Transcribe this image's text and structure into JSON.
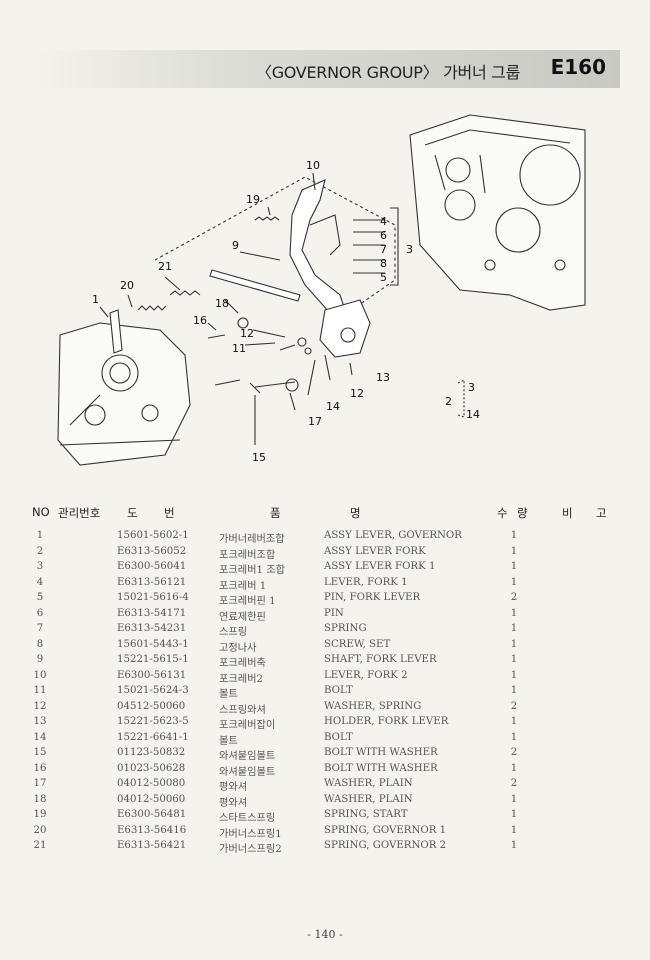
{
  "header": {
    "title": "〈GOVERNOR GROUP〉 가버너 그룹",
    "code": "E160"
  },
  "diagram": {
    "callouts": [
      "10",
      "19",
      "4",
      "6",
      "9",
      "7",
      "3",
      "21",
      "8",
      "5",
      "20",
      "1",
      "18",
      "16",
      "12",
      "11",
      "13",
      "12",
      "14",
      "17",
      "15",
      "3",
      "2",
      "14"
    ]
  },
  "table": {
    "headers": {
      "no": "NO",
      "mgmt": "관리번호",
      "do": "도",
      "bun": "번",
      "pum": "품",
      "myeong": "명",
      "su": "수",
      "ryang": "량",
      "bi": "비",
      "go": "고"
    },
    "rows": [
      {
        "no": "1",
        "part": "15601-5602-1",
        "kor": "가버너레버조합",
        "eng": "ASSY LEVER, GOVERNOR",
        "qty": "1"
      },
      {
        "no": "2",
        "part": "E6313-56052",
        "kor": "포크레버조합",
        "eng": "ASSY LEVER FORK",
        "qty": "1"
      },
      {
        "no": "3",
        "part": "E6300-56041",
        "kor": "포크레버1 조합",
        "eng": "ASSY LEVER FORK 1",
        "qty": "1"
      },
      {
        "no": "4",
        "part": "E6313-56121",
        "kor": "포크레버 1",
        "eng": "LEVER, FORK 1",
        "qty": "1"
      },
      {
        "no": "5",
        "part": "15021-5616-4",
        "kor": "포크레버핀 1",
        "eng": "PIN, FORK LEVER",
        "qty": "2"
      },
      {
        "no": "6",
        "part": "E6313-54171",
        "kor": "연료제한핀",
        "eng": "PIN",
        "qty": "1"
      },
      {
        "no": "7",
        "part": "E6313-54231",
        "kor": "스프링",
        "eng": "SPRING",
        "qty": "1"
      },
      {
        "no": "8",
        "part": "15601-5443-1",
        "kor": "고정나사",
        "eng": "SCREW, SET",
        "qty": "1"
      },
      {
        "no": "9",
        "part": "15221-5615-1",
        "kor": "포크레버축",
        "eng": "SHAFT, FORK LEVER",
        "qty": "1"
      },
      {
        "no": "10",
        "part": "E6300-56131",
        "kor": "포크레버2",
        "eng": "LEVER, FORK 2",
        "qty": "1"
      },
      {
        "no": "11",
        "part": "15021-5624-3",
        "kor": "볼트",
        "eng": "BOLT",
        "qty": "1"
      },
      {
        "no": "12",
        "part": "04512-50060",
        "kor": "스프링와셔",
        "eng": "WASHER, SPRING",
        "qty": "2"
      },
      {
        "no": "13",
        "part": "15221-5623-5",
        "kor": "포크레버잡이",
        "eng": "HOLDER, FORK LEVER",
        "qty": "1"
      },
      {
        "no": "14",
        "part": "15221-6641-1",
        "kor": "볼트",
        "eng": "BOLT",
        "qty": "1"
      },
      {
        "no": "15",
        "part": "01123-50832",
        "kor": "와셔붙임볼트",
        "eng": "BOLT WITH WASHER",
        "qty": "2"
      },
      {
        "no": "16",
        "part": "01023-50628",
        "kor": "와셔붙임볼트",
        "eng": "BOLT WITH WASHER",
        "qty": "1"
      },
      {
        "no": "17",
        "part": "04012-50080",
        "kor": "평와셔",
        "eng": "WASHER, PLAIN",
        "qty": "2"
      },
      {
        "no": "18",
        "part": "04012-50060",
        "kor": "평와셔",
        "eng": "WASHER, PLAIN",
        "qty": "1"
      },
      {
        "no": "19",
        "part": "E6300-56481",
        "kor": "스타트스프링",
        "eng": "SPRING, START",
        "qty": "1"
      },
      {
        "no": "20",
        "part": "E6313-56416",
        "kor": "가버너스프링1",
        "eng": "SPRING, GOVERNOR 1",
        "qty": "1"
      },
      {
        "no": "21",
        "part": "E6313-56421",
        "kor": "가버너스프링2",
        "eng": "SPRING, GOVERNOR 2",
        "qty": "1"
      }
    ]
  },
  "footer": {
    "page": "- 140 -"
  }
}
